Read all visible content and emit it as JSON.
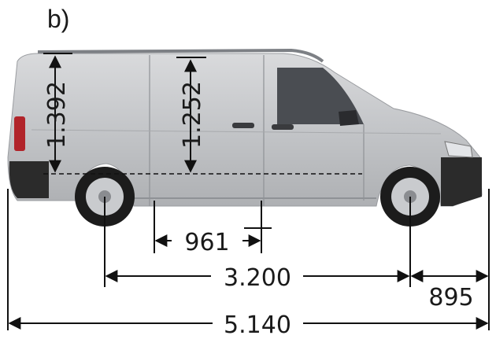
{
  "panel_label": "b)",
  "dimensions": {
    "rear_interior_height": "1.392",
    "cargo_height": "1.252",
    "step_width": "961",
    "wheelbase": "3.200",
    "front_overhang": "895",
    "overall_length": "5.140"
  },
  "colors": {
    "body": "#c8cacd",
    "body_highlight": "#e6e7e9",
    "bumper": "#2b2b2b",
    "line": "#111111",
    "glass": "#4a4d52"
  }
}
